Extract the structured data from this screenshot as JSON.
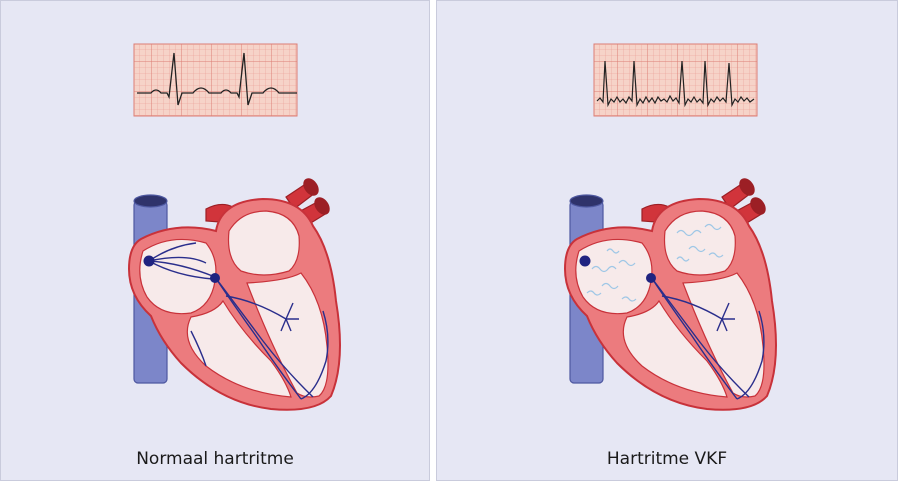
{
  "panels": [
    {
      "caption": "Normaal hartritme",
      "variant": "normal"
    },
    {
      "caption": "Hartritme VKF",
      "variant": "afib"
    }
  ],
  "colors": {
    "panel_bg": "#e6e7f4",
    "heart_wall": "#ec7b7e",
    "heart_outline": "#c8323a",
    "chamber": "#f7eaea",
    "vessel_blue": "#7c86c9",
    "artery_red": "#d1343b",
    "conduction": "#2a2e8c",
    "ecg_bg": "#f6d3c8",
    "ecg_grid": "#e58f86",
    "ecg_line": "#222222",
    "fibrillation": "#9fc7e6"
  }
}
